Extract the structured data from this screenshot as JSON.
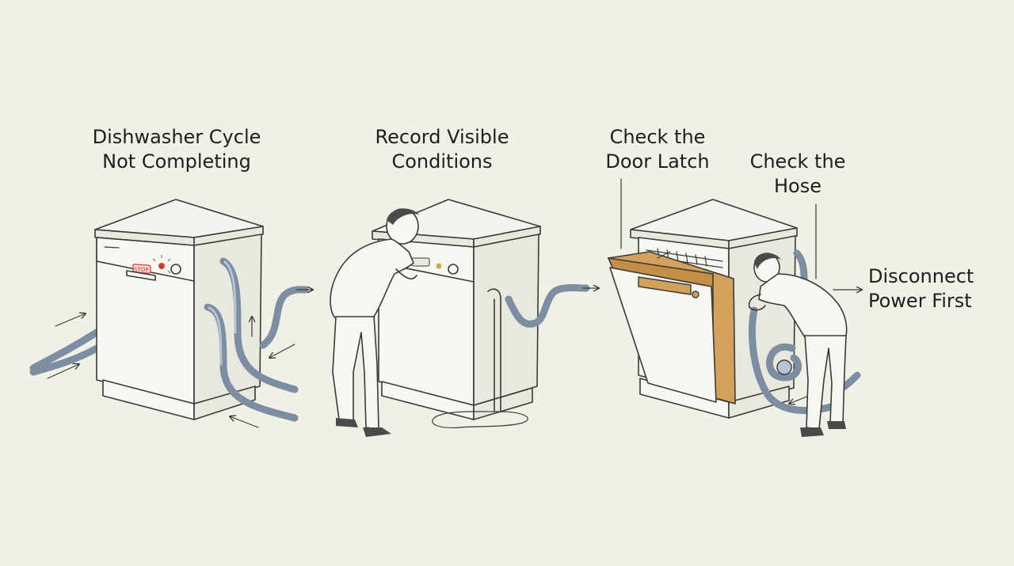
{
  "steps": [
    {
      "line1": "Dishwasher Cycle",
      "line2": "Not Completing"
    },
    {
      "line1": "Record Visible",
      "line2": "Conditions"
    },
    {
      "line1": "Check the",
      "line2": "Door Latch"
    },
    {
      "line1": "Check the",
      "line2": "Hose"
    },
    {
      "line1": "Disconnect",
      "line2": "Power First"
    }
  ],
  "panel_badge": "STOP",
  "colors": {
    "background": "#f1f0e6",
    "ink": "#3a3a3a",
    "hose": "#7d8ea3",
    "door_accent": "#d4a15c",
    "warning": "#d23b2f"
  }
}
